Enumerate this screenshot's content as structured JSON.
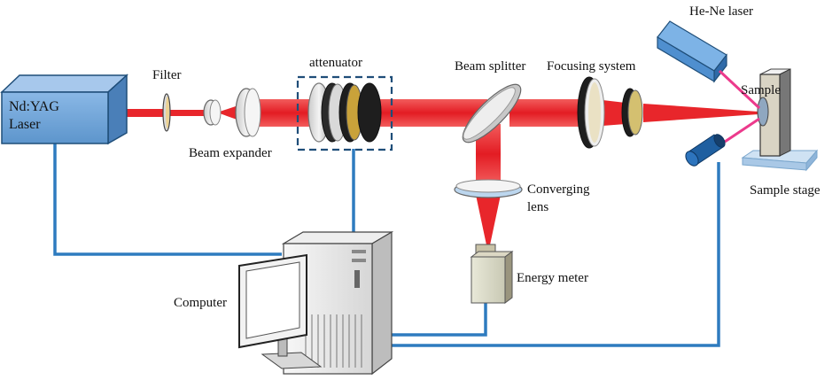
{
  "labels": {
    "laser_line1": "Nd:YAG",
    "laser_line2": "Laser",
    "filter": "Filter",
    "attenuator": "attenuator",
    "beam_splitter": "Beam splitter",
    "focusing_system": "Focusing system",
    "he_ne_laser": "He-Ne  laser",
    "sample": "Sample",
    "beam_expander": "Beam expander",
    "converging_line1": "Converging",
    "converging_line2": "lens",
    "sample_stage": "Sample stage",
    "energy_meter": "Energy meter",
    "computer": "Computer"
  },
  "colors": {
    "beam": "#e8262b",
    "probe_beam": "#ec3a8c",
    "cable": "#2e7bbf",
    "laser_box": "#6fa8dc",
    "he_ne_body": "#5b9bd5",
    "attenuator_frame": "#1f4e79"
  }
}
